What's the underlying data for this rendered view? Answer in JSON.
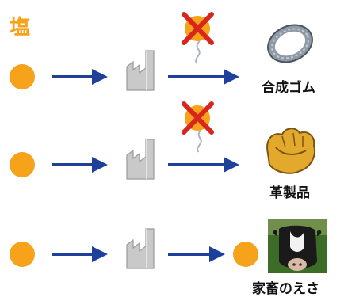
{
  "title": "塩",
  "colors": {
    "salt": "#f7a21b",
    "arrow": "#1e3f9a",
    "factory": "#b8b8b8",
    "cross": "#d9261c"
  },
  "rows": [
    {
      "product_label": "合成ゴム",
      "product_icon": "tire-icon",
      "blocked": true
    },
    {
      "product_label": "革製品",
      "product_icon": "leather-glove-icon",
      "blocked": true
    },
    {
      "product_label": "家畜のえさ",
      "product_icon": "cow-photo",
      "blocked": false
    }
  ]
}
